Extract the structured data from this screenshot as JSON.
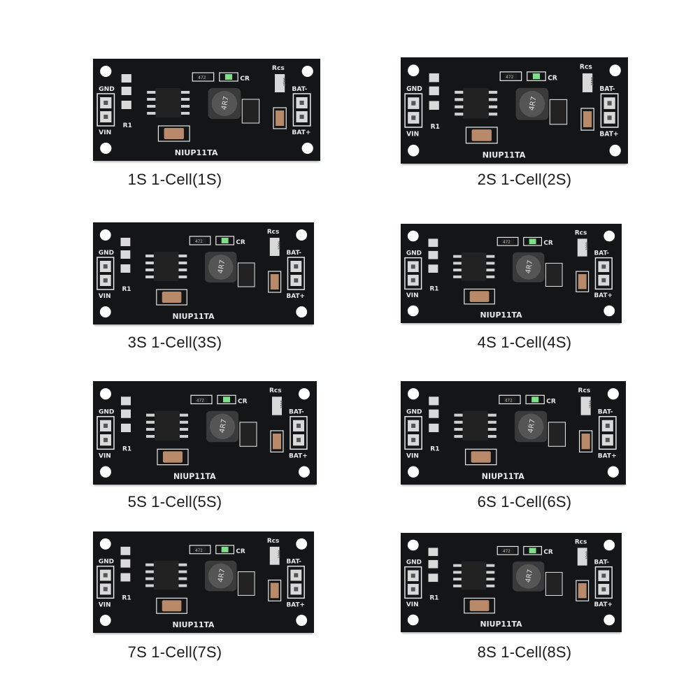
{
  "modules": [
    {
      "caption": "1S 1-Cell(1S)"
    },
    {
      "caption": "2S 1-Cell(2S)"
    },
    {
      "caption": "3S 1-Cell(3S)"
    },
    {
      "caption": "4S 1-Cell(4S)"
    },
    {
      "caption": "5S 1-Cell(5S)"
    },
    {
      "caption": "6S 1-Cell(6S)"
    },
    {
      "caption": "7S 1-Cell(7S)"
    },
    {
      "caption": "8S 1-Cell(8S)"
    }
  ],
  "silkscreen": {
    "board_name": "NIUP11TA",
    "gnd": "GND",
    "vin": "VIN",
    "r1": "R1",
    "cr": "CR",
    "rcs": "Rcs",
    "bat_minus": "BAT-",
    "bat_plus": "BAT+",
    "inductor": "4R7",
    "resistor_code": "472",
    "rcs_code": "1R00"
  },
  "colors": {
    "pcb": "#141516",
    "silkscreen": "#e9e9e9",
    "pad": "#d9d9d9",
    "capacitor": "#b98a6a",
    "led": "#7fe08a"
  }
}
